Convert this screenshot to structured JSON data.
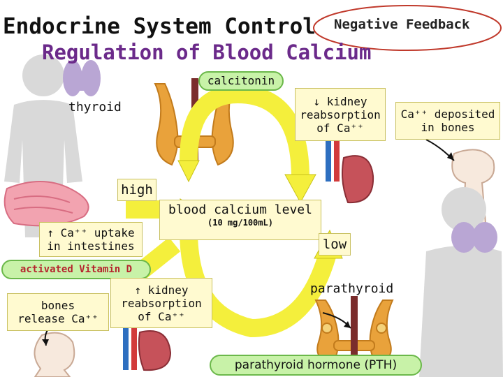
{
  "title": "Endocrine System Control",
  "subtitle": "Regulation of Blood Calcium",
  "badge": "Negative Feedback",
  "labels": {
    "calcitonin": "calcitonin",
    "thyroid": "thyroid",
    "kidney_top_1": "↓ kidney",
    "kidney_top_2": "reabsorption",
    "kidney_top_3": "of Ca⁺⁺",
    "deposited_1": "Ca⁺⁺ deposited",
    "deposited_2": "in bones",
    "high": "high",
    "center": "blood calcium level",
    "center_sub": "(10 mg/100mL)",
    "uptake_1": "↑ Ca⁺⁺ uptake",
    "uptake_2": "in intestines",
    "low": "low",
    "vitamin_d": "activated Vitamin D",
    "kidney_bot_1": "↑ kidney",
    "kidney_bot_2": "reabsorption",
    "kidney_bot_3": "of Ca⁺⁺",
    "bones_release_1": "bones",
    "bones_release_2": "release Ca⁺⁺",
    "parathyroid": "parathyroid",
    "pth": "parathyroid hormone (PTH)"
  },
  "colors": {
    "arrow": "#f4ef3c",
    "arrow_outline": "#c9c21a",
    "badge_outline": "#c0392b",
    "subtitle": "#6b2a8a",
    "gland": "#e9a23b",
    "kidney": "#c6525a",
    "pill_fill": "#c8f2a8",
    "box_fill": "#fffad0"
  },
  "icons": [
    "human-silhouette-icon",
    "thyroid-gland-icon",
    "kidney-icon",
    "bone-icon",
    "intestine-icon"
  ]
}
